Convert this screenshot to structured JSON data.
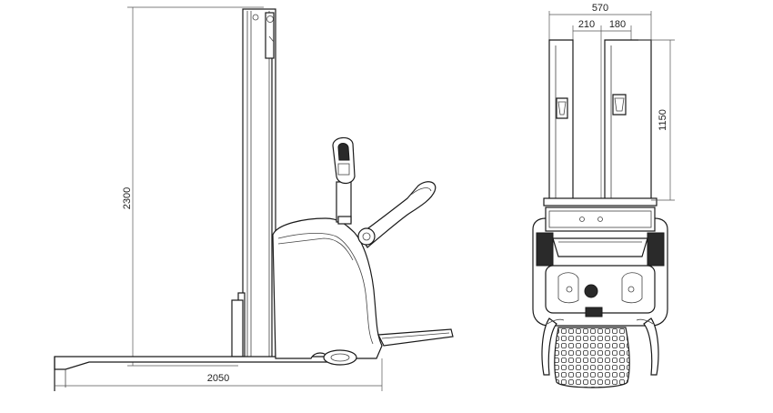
{
  "side_view": {
    "height_dim": "2300",
    "length_dim": "2050"
  },
  "top_view": {
    "width_total_dim": "570",
    "fork_spacing_dim": "210",
    "fork_width_dim": "180",
    "fork_length_dim": "1150"
  }
}
